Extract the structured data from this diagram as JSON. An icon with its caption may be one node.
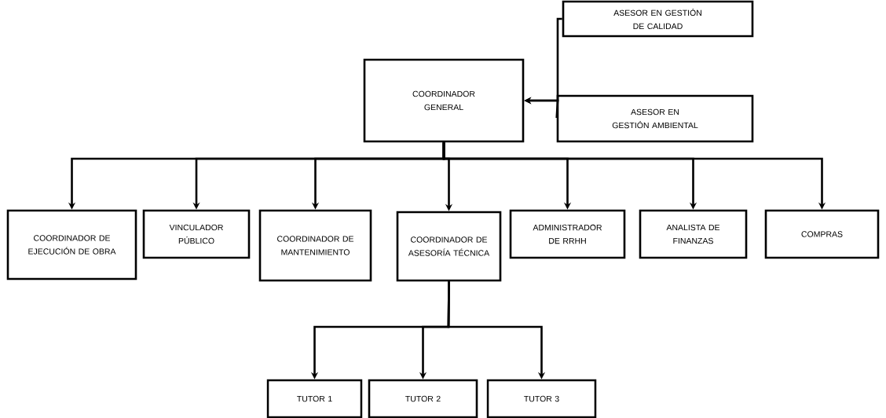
{
  "diagram": {
    "nodes": [
      {
        "text": [
          "COORDINADOR GENERAL"
        ]
      },
      {
        "text": [
          "ASESOR EN GESTIÓN DE CALIDAD"
        ]
      },
      {
        "text": [
          "ASESOR EN GESTIÓN AMBIENTAL"
        ]
      },
      {
        "text": [
          "COORDINADOR DE EJECUCIÓN DE OBRA"
        ]
      },
      {
        "text": [
          "VINCULADOR PÚBLICO"
        ]
      },
      {
        "text": [
          "COORDINADOR DE MANTENIMIENTO"
        ]
      },
      {
        "text": [
          "COORDINADOR DE ASESORÍA TÉCNICA"
        ]
      },
      {
        "text": [
          "ADMINISTRADOR DE RRHH"
        ]
      },
      {
        "text": [
          "ANALISTA DE FINANZAS"
        ]
      },
      {
        "text": [
          "COMPRAS"
        ]
      },
      {
        "text": [
          "TUTOR 1"
        ]
      },
      {
        "text": [
          "TUTOR 2"
        ]
      },
      {
        "text": [
          "TUTOR 3"
        ]
      }
    ],
    "edges": [
      {
        "from": 1,
        "to": 0,
        "arrow": "to"
      },
      {
        "from": 2,
        "to": 0,
        "arrow": "to"
      },
      {
        "from": 0,
        "to": 3,
        "arrow": "to"
      },
      {
        "from": 0,
        "to": 4,
        "arrow": "to"
      },
      {
        "from": 0,
        "to": 5,
        "arrow": "to"
      },
      {
        "from": 0,
        "to": 6,
        "arrow": "to"
      },
      {
        "from": 0,
        "to": 7,
        "arrow": "to"
      },
      {
        "from": 0,
        "to": 8,
        "arrow": "to"
      },
      {
        "from": 0,
        "to": 9,
        "arrow": "to"
      },
      {
        "from": 6,
        "to": 10,
        "arrow": "to"
      },
      {
        "from": 6,
        "to": 11,
        "arrow": "to"
      },
      {
        "from": 6,
        "to": 12,
        "arrow": "to"
      }
    ]
  }
}
